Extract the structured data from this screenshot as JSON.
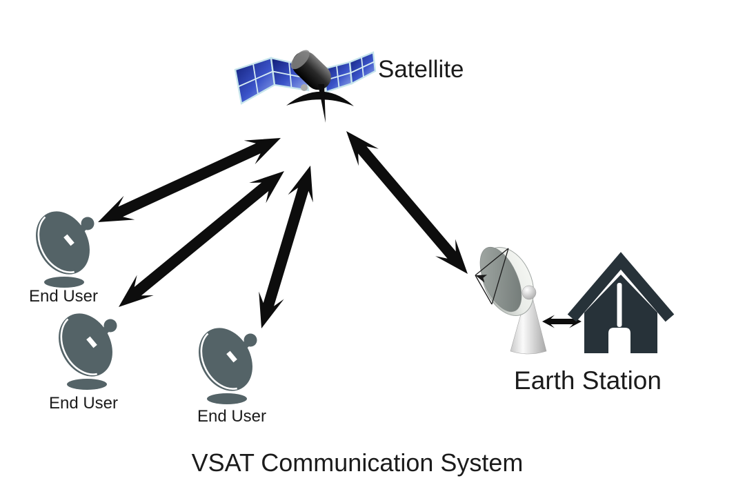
{
  "title": "VSAT Communication System",
  "nodes": {
    "satellite": {
      "label": "Satellite"
    },
    "end_user_1": {
      "label": "End User"
    },
    "end_user_2": {
      "label": "End User"
    },
    "end_user_3": {
      "label": "End User"
    },
    "earth_station": {
      "label": "Earth Station"
    }
  },
  "links": [
    {
      "from": "satellite",
      "to": "end_user_1",
      "type": "bidirectional"
    },
    {
      "from": "satellite",
      "to": "end_user_2",
      "type": "bidirectional"
    },
    {
      "from": "satellite",
      "to": "end_user_3",
      "type": "bidirectional"
    },
    {
      "from": "satellite",
      "to": "earth_station",
      "type": "bidirectional"
    },
    {
      "from": "earth_station_dish",
      "to": "earth_station_building",
      "type": "bidirectional"
    }
  ],
  "colors": {
    "background": "#ffffff",
    "arrow": "#0d0d0d",
    "text": "#1b1b1b",
    "end_user_dish": "#546367",
    "house": "#273239",
    "solar_panel_blue": "#3a53c8",
    "earth_dish_metal": "#dfe3df"
  }
}
